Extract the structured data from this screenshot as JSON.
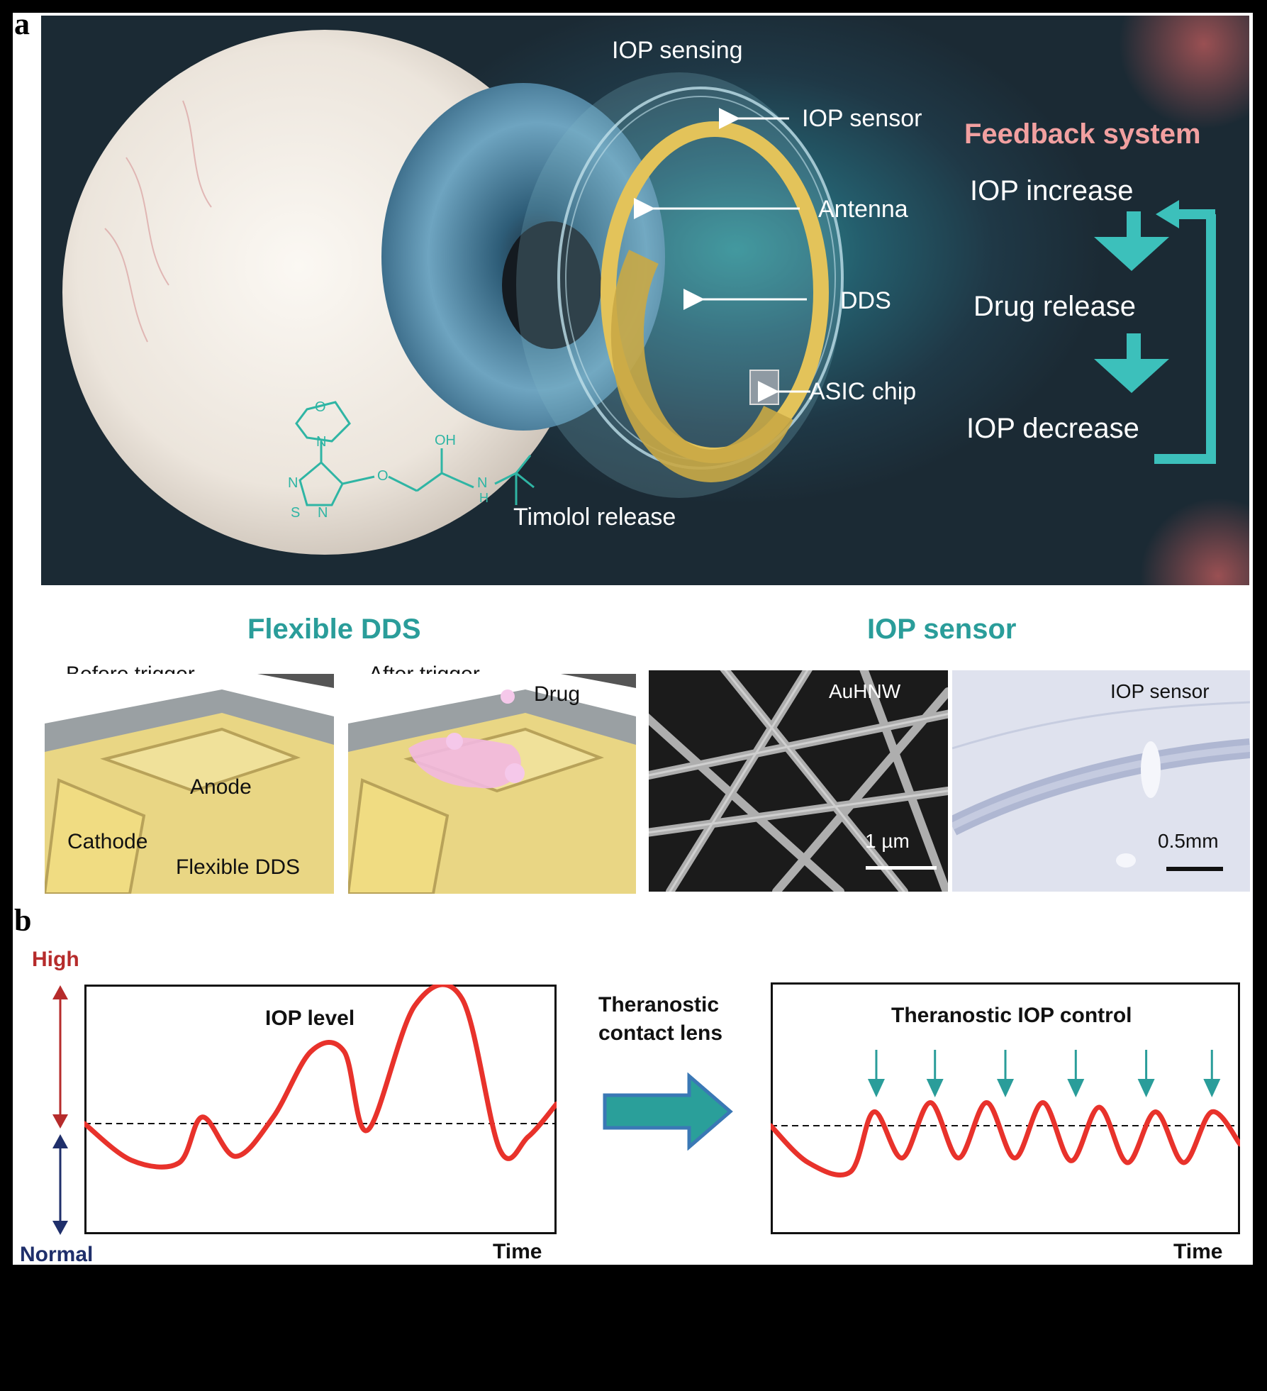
{
  "panel_a": {
    "letter": "a",
    "labels": {
      "iop_sensing": "IOP sensing",
      "iop_sensor": "IOP sensor",
      "antenna": "Antenna",
      "dds": "DDS",
      "asic_chip": "ASIC chip",
      "timolol": "Timolol release"
    },
    "molecule": {
      "oh": "OH",
      "o_ring": "O",
      "n_ring": "N",
      "o_link": "O",
      "n_ts1": "N",
      "s": "S",
      "n_ts2": "N",
      "nh": "N",
      "h": "H"
    },
    "feedback": {
      "title": "Feedback system",
      "steps": [
        "IOP increase",
        "Drug release",
        "IOP decrease"
      ]
    },
    "flexible_dds": {
      "title": "Flexible DDS",
      "before": "Before trigger",
      "after": "After trigger",
      "drug": "Drug",
      "anode": "Anode",
      "cathode": "Cathode",
      "flexible": "Flexible DDS"
    },
    "iop_sensor_panel": {
      "title": "IOP sensor",
      "auhnw": "AuHNW",
      "scale1": "1 µm",
      "sensor_lbl": "IOP sensor",
      "scale2": "0.5mm"
    }
  },
  "panel_b": {
    "letter": "b",
    "high": "High",
    "normal": "Normal",
    "left_title": "IOP level",
    "left_xlabel": "Time",
    "arrow_text": [
      "Theranostic",
      "contact lens"
    ],
    "right_title": "Theranostic IOP control",
    "right_xlabel": "Time"
  },
  "colors": {
    "teal": "#2a9d9a",
    "curve": "#e8322b",
    "high": "#b62b2b",
    "normal": "#1f2f6b",
    "gold": "#e3c35a"
  },
  "chart_data": [
    {
      "type": "line",
      "title": "IOP level",
      "xlabel": "Time",
      "baseline": 0,
      "series": [
        {
          "x": [
            0,
            0.1,
            0.2,
            0.25,
            0.32,
            0.4,
            0.48,
            0.55,
            0.6,
            0.7,
            0.8,
            0.88,
            0.94,
            1.0
          ],
          "values": [
            0,
            -0.28,
            -0.3,
            0.05,
            -0.25,
            0.05,
            0.55,
            0.55,
            -0.05,
            0.9,
            0.95,
            -0.2,
            -0.1,
            0.15
          ]
        }
      ]
    },
    {
      "type": "line",
      "title": "Theranostic IOP control",
      "xlabel": "Time",
      "baseline": 0,
      "series": [
        {
          "x": [
            0,
            0.08,
            0.17,
            0.22,
            0.28,
            0.34,
            0.4,
            0.46,
            0.52,
            0.58,
            0.64,
            0.7,
            0.76,
            0.82,
            0.88,
            0.94,
            1.0
          ],
          "values": [
            0,
            -0.4,
            -0.5,
            0.15,
            -0.35,
            0.25,
            -0.35,
            0.25,
            -0.35,
            0.25,
            -0.38,
            0.2,
            -0.4,
            0.15,
            -0.4,
            0.15,
            -0.2
          ]
        }
      ],
      "markers": {
        "type": "down-arrow",
        "x": [
          0.225,
          0.35,
          0.5,
          0.65,
          0.8,
          0.94
        ]
      }
    }
  ]
}
